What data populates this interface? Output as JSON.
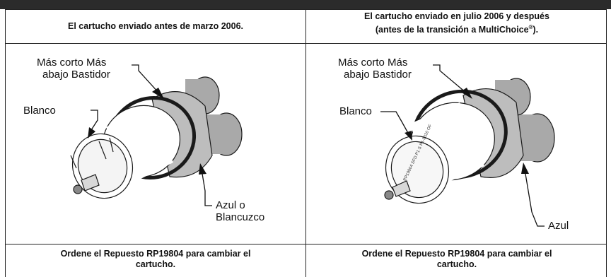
{
  "header": {
    "left": "El cartucho enviado antes de marzo 2006.",
    "right_line1": "El cartucho enviado en julio 2006 y después",
    "right_line2_pre": "(antes de la transición a MultiChoice",
    "right_line2_sup": "®",
    "right_line2_post": ")."
  },
  "left_panel": {
    "label_shorter_line1": "Más corto Más",
    "label_shorter_line2": "abajo Bastidor",
    "label_white": "Blanco",
    "label_blue_line1": "Azul o",
    "label_blue_line2": "Blancuzco"
  },
  "right_panel": {
    "label_shorter_line1": "Más corto Más",
    "label_shorter_line2": "abajo Bastidor",
    "label_white": "Blanco",
    "label_blue": "Azul",
    "cap_text": "RP19804 SFD P1 S P1-9020 OF"
  },
  "footer": {
    "left_line1": "Ordene el Repuesto RP19804 para cambiar el",
    "left_line2": "cartucho.",
    "right_line1": "Ordene el Repuesto RP19804 para cambiar el",
    "right_line2": "cartucho."
  },
  "colors": {
    "frame": "#222222",
    "topbar": "#2b2b2b",
    "gray_body": "#bdbdbd",
    "dark_ring": "#1a1a1a"
  }
}
